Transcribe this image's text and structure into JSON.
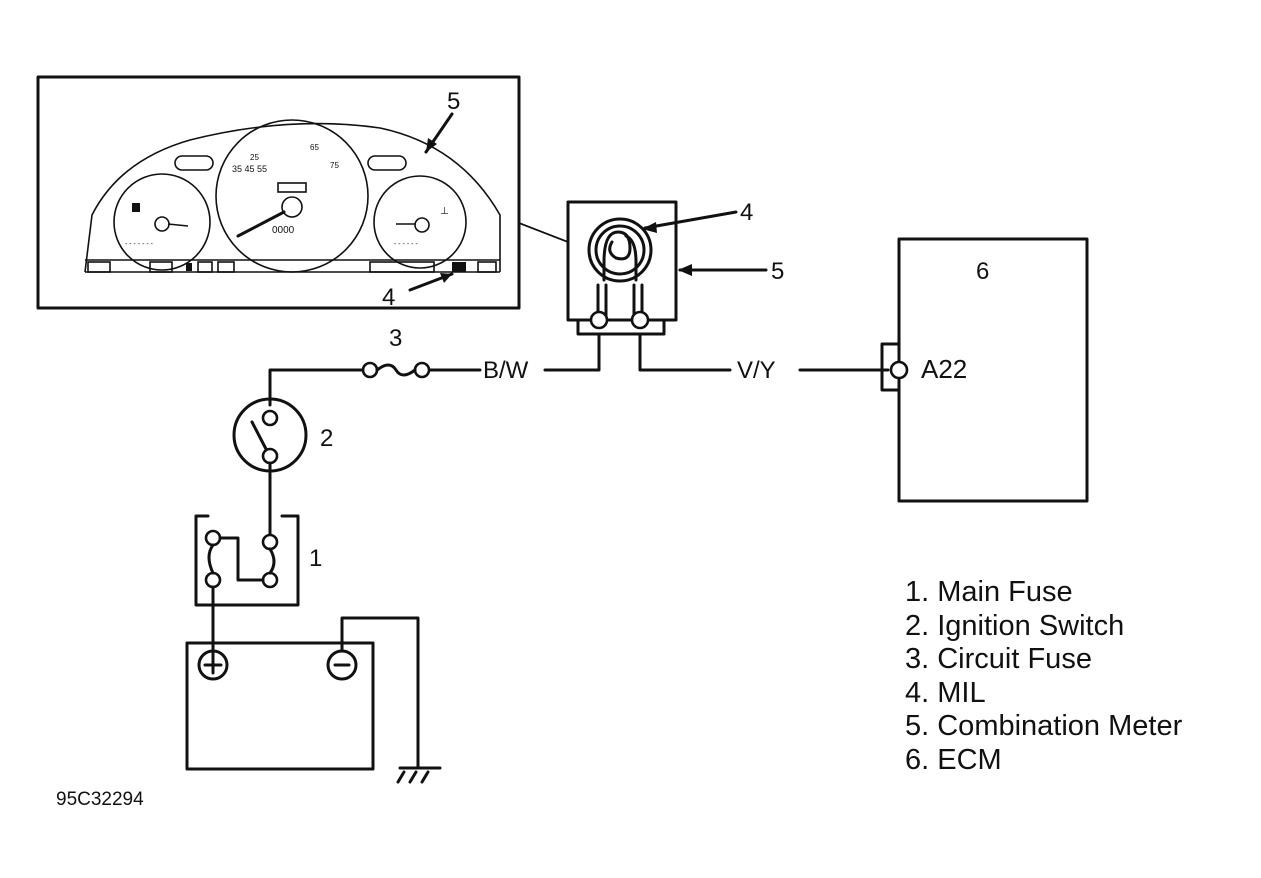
{
  "labels": {
    "cluster_meter": "5",
    "cluster_mil": "4",
    "meter_mil": "4",
    "meter_body": "5",
    "circuit_fuse": "3",
    "ignition_switch": "2",
    "main_fuse": "1",
    "ecm": "6",
    "ecm_terminal": "A22",
    "wire_bw": "B/W",
    "wire_vy": "V/Y"
  },
  "legend": [
    "1. Main Fuse",
    "2. Ignition Switch",
    "3. Circuit Fuse",
    "4. MIL",
    "5. Combination Meter",
    "6. ECM"
  ],
  "figure_code": "95C32294"
}
